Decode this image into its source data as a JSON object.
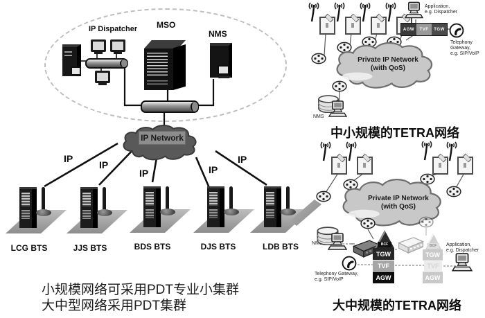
{
  "left": {
    "dispatcher_label": "IP Dispatcher",
    "mso_label": "MSO",
    "nms_label": "NMS",
    "cloud_label": "IP Network",
    "ip_label": "IP",
    "bts_labels": [
      "LCG BTS",
      "JJS BTS",
      "BDS BTS",
      "DJS BTS",
      "LDB BTS"
    ],
    "caption_line1": "小规模网络可采用PDT专业小集群",
    "caption_line2": "大中型网络采用PDT集群"
  },
  "right_top": {
    "cloud_line1": "Private IP Network",
    "cloud_line2": "(with QoS)",
    "bar_segments": [
      "AGW",
      "TVF",
      "TGW"
    ],
    "app_line1": "Application,",
    "app_line2": "e.g. Dispatcher",
    "tel_line1": "Telephony",
    "tel_line2": "Gateway,",
    "tel_line3": "e.g. SIP/VoIP",
    "nms_label": "NMS",
    "caption": "中小规模的TETRA网络"
  },
  "right_bottom": {
    "cloud_line1": "Private IP Network",
    "cloud_line2": "(with QoS)",
    "bcf_label": "BCF",
    "tower_segments": [
      "TGW",
      "TVF",
      "AGW"
    ],
    "app_line1": "Application,",
    "app_line2": "e.g. Dispatcher",
    "tel_line1": "Telephony Gateway,",
    "tel_line2": "e.g. SIP/VoIP",
    "nms_label": "NMS",
    "caption": "大中规模的TETRA网络"
  },
  "colors": {
    "cloud_dark": "#595959",
    "cloud_light": "#c8c8c8",
    "device_dark": "#161616"
  }
}
